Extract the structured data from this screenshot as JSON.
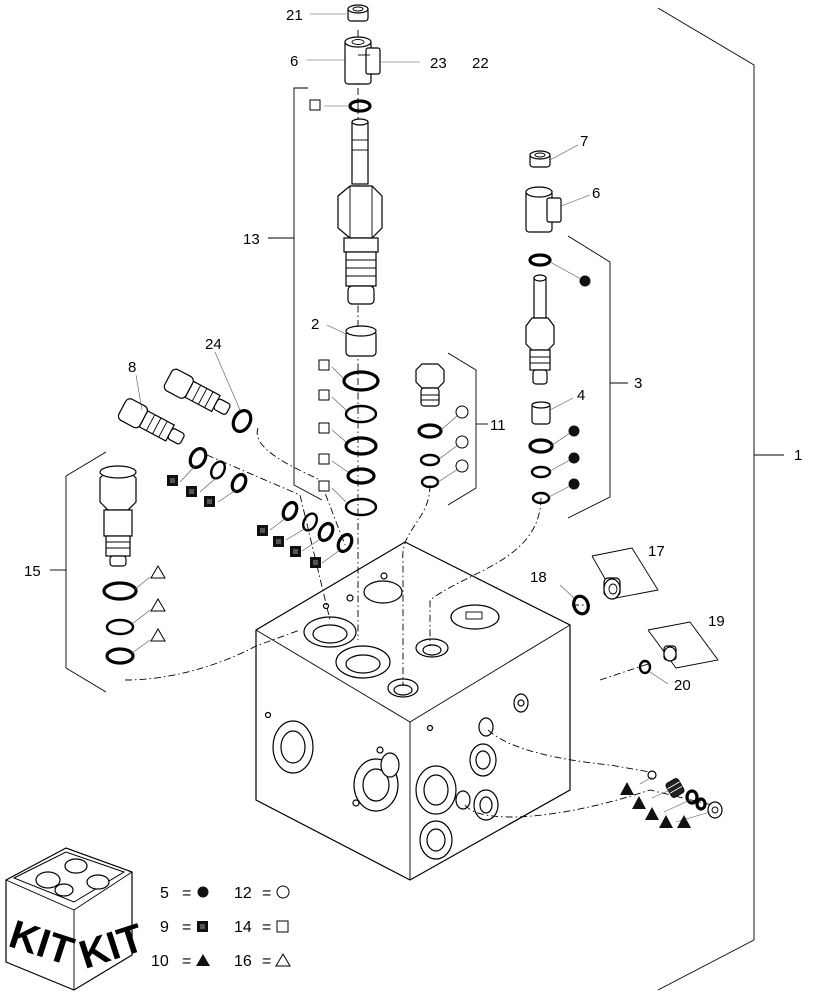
{
  "callouts": {
    "c1": "1",
    "c2": "2",
    "c3": "3",
    "c4": "4",
    "c6a": "6",
    "c6b": "6",
    "c7": "7",
    "c8": "8",
    "c11": "11",
    "c13": "13",
    "c15": "15",
    "c17": "17",
    "c18": "18",
    "c19": "19",
    "c20": "20",
    "c21": "21",
    "c22": "22",
    "c23": "23",
    "c24": "24"
  },
  "legend": {
    "items": [
      {
        "number": "5",
        "eq": "=",
        "symbol": "filled-circle"
      },
      {
        "number": "9",
        "eq": "=",
        "symbol": "filled-square"
      },
      {
        "number": "10",
        "eq": "=",
        "symbol": "filled-triangle"
      },
      {
        "number": "12",
        "eq": "=",
        "symbol": "open-circle"
      },
      {
        "number": "14",
        "eq": "=",
        "symbol": "open-square"
      },
      {
        "number": "16",
        "eq": "=",
        "symbol": "open-triangle"
      }
    ]
  },
  "kit_box": {
    "label_left": "KIT",
    "label_right": "KIT"
  }
}
